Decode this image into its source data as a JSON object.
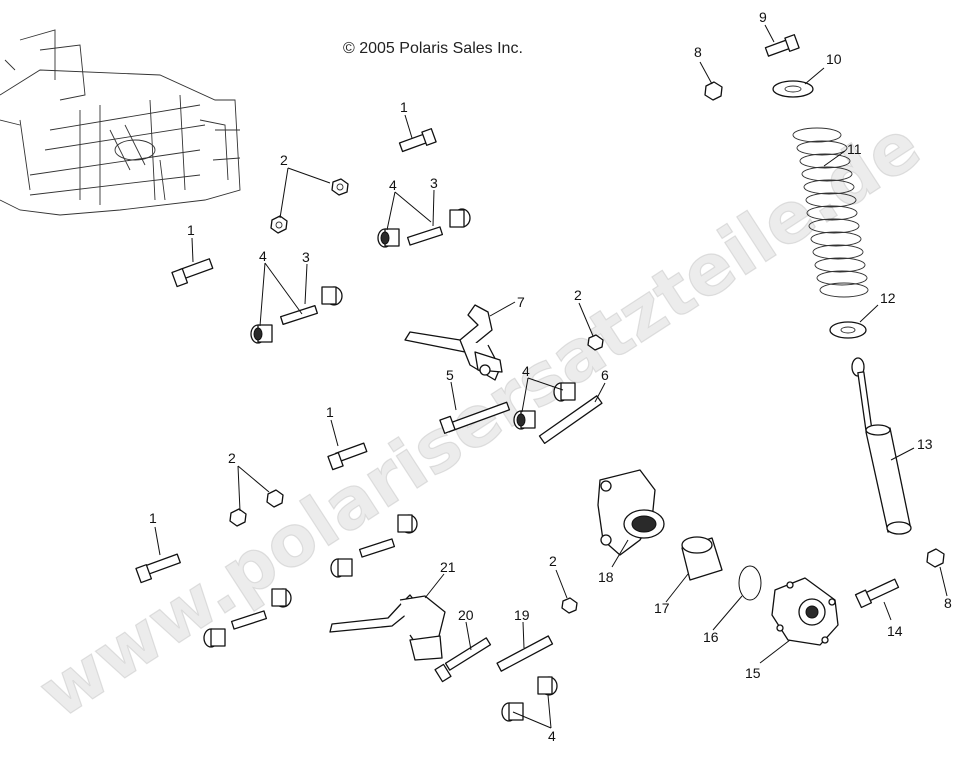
{
  "copyright": "© 2005 Polaris Sales Inc.",
  "watermark": "www.polarisersatzteile.de",
  "callouts": [
    {
      "id": "c1a",
      "text": "1"
    },
    {
      "id": "c1b",
      "text": "1"
    },
    {
      "id": "c1c",
      "text": "1"
    },
    {
      "id": "c1d",
      "text": "1"
    },
    {
      "id": "c2a",
      "text": "2"
    },
    {
      "id": "c2b",
      "text": "2"
    },
    {
      "id": "c2c",
      "text": "2"
    },
    {
      "id": "c2d",
      "text": "2"
    },
    {
      "id": "c3a",
      "text": "3"
    },
    {
      "id": "c3b",
      "text": "3"
    },
    {
      "id": "c4a",
      "text": "4"
    },
    {
      "id": "c4b",
      "text": "4"
    },
    {
      "id": "c4c",
      "text": "4"
    },
    {
      "id": "c4d",
      "text": "4"
    },
    {
      "id": "c5",
      "text": "5"
    },
    {
      "id": "c6",
      "text": "6"
    },
    {
      "id": "c7",
      "text": "7"
    },
    {
      "id": "c8a",
      "text": "8"
    },
    {
      "id": "c8b",
      "text": "8"
    },
    {
      "id": "c9",
      "text": "9"
    },
    {
      "id": "c10",
      "text": "10"
    },
    {
      "id": "c11",
      "text": "11"
    },
    {
      "id": "c12",
      "text": "12"
    },
    {
      "id": "c13",
      "text": "13"
    },
    {
      "id": "c14",
      "text": "14"
    },
    {
      "id": "c15",
      "text": "15"
    },
    {
      "id": "c16",
      "text": "16"
    },
    {
      "id": "c17",
      "text": "17"
    },
    {
      "id": "c18",
      "text": "18"
    },
    {
      "id": "c19",
      "text": "19"
    },
    {
      "id": "c20",
      "text": "20"
    },
    {
      "id": "c21",
      "text": "21"
    }
  ]
}
